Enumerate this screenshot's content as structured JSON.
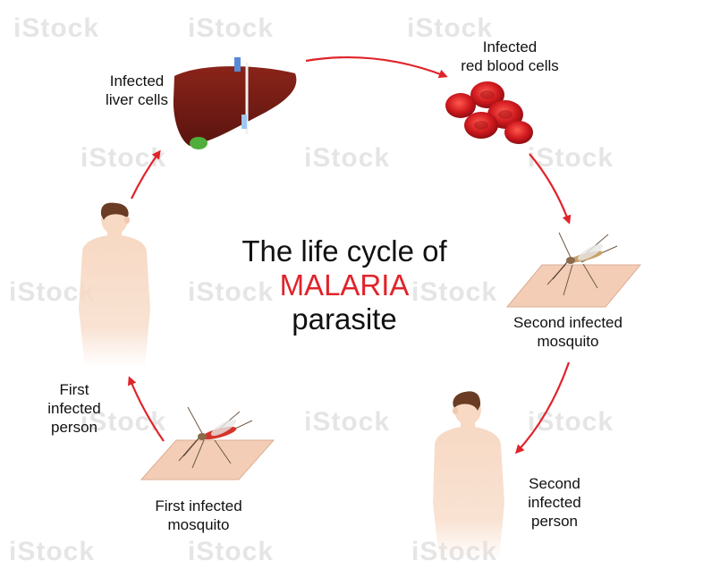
{
  "title": {
    "line1": "The life cycle of",
    "line2": "MALARIA",
    "line3": "parasite"
  },
  "labels": {
    "liver": "Infected\nliver cells",
    "blood": "Infected\nred blood cells",
    "second_mosquito": "Second infected\nmosquito",
    "second_person": "Second\ninfected\nperson",
    "first_mosquito": "First infected\nmosquito",
    "first_person": "First\ninfected\nperson"
  },
  "watermark": "iStock",
  "colors": {
    "arrow": "#e0242a",
    "accent": "#e0242a",
    "liver": "#6e1a14",
    "blood": "#c3151b",
    "skin": "#f7d9c4",
    "hair": "#6a3c24"
  }
}
